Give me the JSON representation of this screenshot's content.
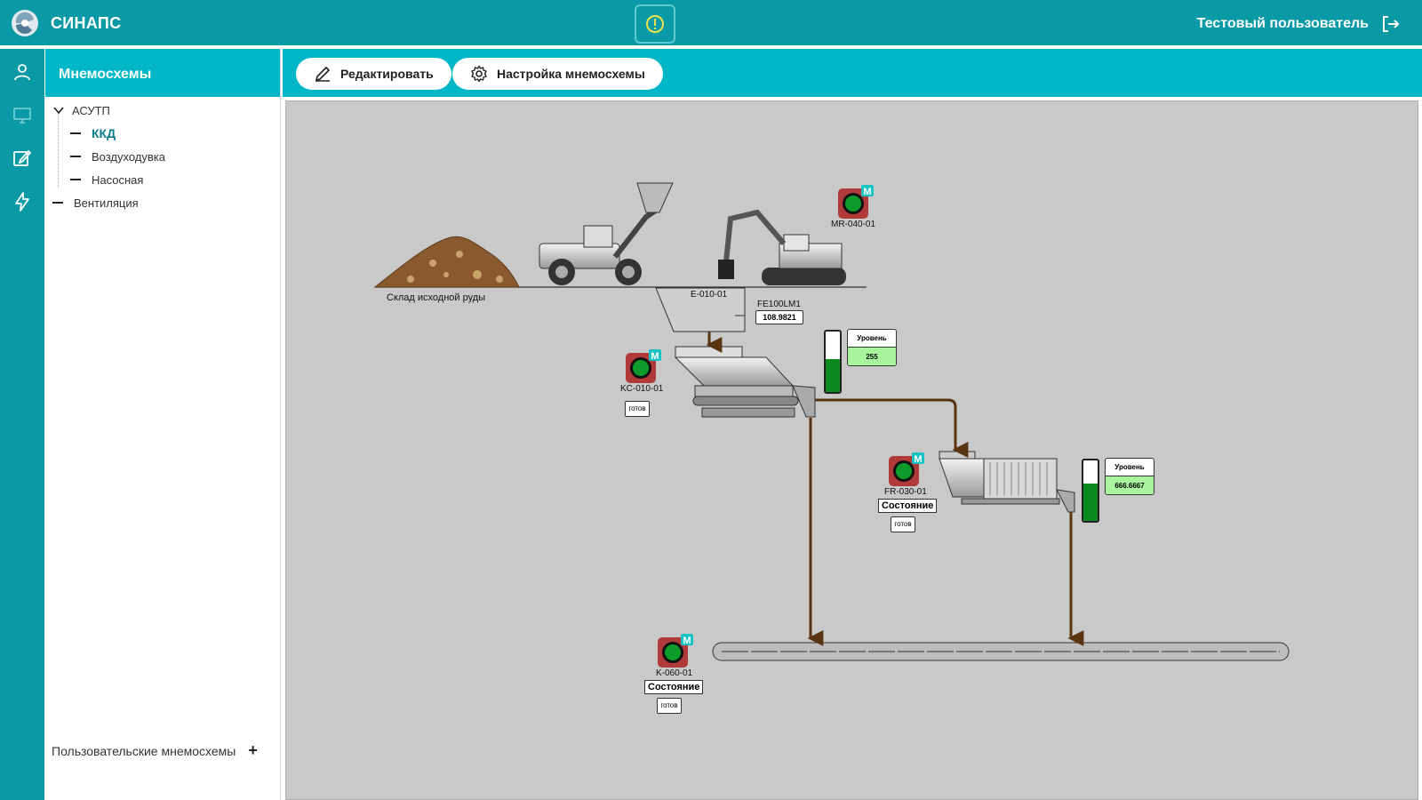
{
  "header": {
    "app_title": "СИНАПС",
    "user_name": "Тестовый пользователь",
    "alert_icon": "exclamation-circle-icon",
    "logout_icon": "logout-icon"
  },
  "rail": {
    "icons": [
      "user-icon",
      "monitor-icon",
      "edit-icon",
      "lightning-icon"
    ]
  },
  "sidebar": {
    "title": "Мнемосхемы",
    "tree": {
      "root_label": "АСУТП",
      "children": [
        "ККД",
        "Воздуходувка",
        "Насосная"
      ],
      "sibling_label": "Вентиляция"
    },
    "user_schemes_label": "Пользовательские мнемосхемы",
    "add_label": "+"
  },
  "toolbar": {
    "edit_label": "Редактировать",
    "settings_label": "Настройка мнемосхемы"
  },
  "scheme": {
    "ore_pile_label": "Склад исходной руды",
    "hopper_tag": "E-010-01",
    "flow_tag": "FE100LM1",
    "flow_value": "108.9821",
    "excavator_motor_tag": "MR-040-01",
    "crusher_motor_tag": "KC-010-01",
    "crusher_state": "готов",
    "crusher_level_title": "Уровень",
    "crusher_level_value": "255",
    "crusher_level_fraction": 0.55,
    "fine_crusher_motor_tag": "FR-030-01",
    "fine_crusher_state_title": "Состояние",
    "fine_crusher_state": "готов",
    "fine_level_title": "Уровень",
    "fine_level_value": "666.6667",
    "fine_level_fraction": 0.62,
    "conveyor_motor_tag": "K-060-01",
    "conveyor_state_title": "Состояние",
    "conveyor_state": "готов",
    "motor_mode_badge": "M"
  },
  "colors": {
    "topbar": "#0a9aa6",
    "toolbar": "#00b6c7",
    "canvas": "#c9c9c9",
    "pipe": "#5a3410",
    "level_fill": "#0a8a1e",
    "level_value_bg": "#a9f59e",
    "motor_badge": "#19c3c3"
  }
}
